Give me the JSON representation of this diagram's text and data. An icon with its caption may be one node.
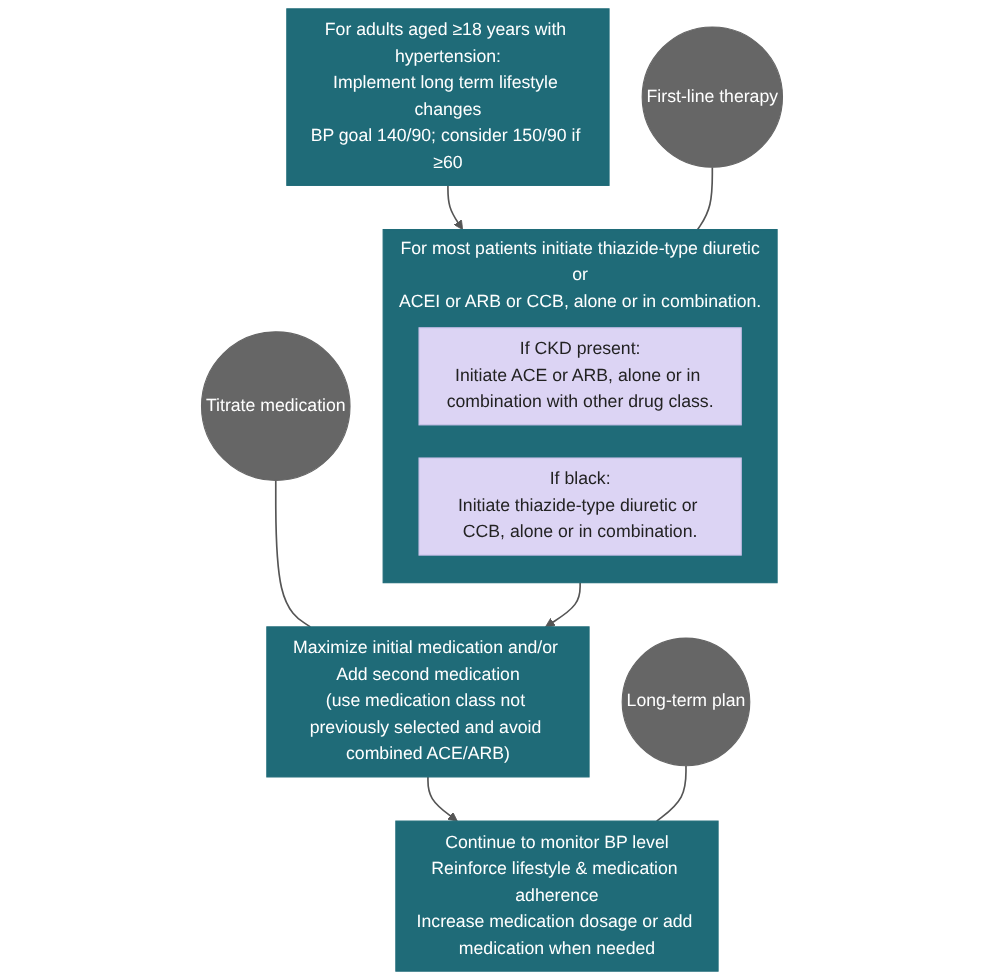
{
  "diagram": {
    "nodes": [
      {
        "text": [
          "For adults aged ≥18 years with hypertension:",
          "Implement long term lifestyle changes",
          "BP goal 140/90; consider 150/90 if ≥60"
        ]
      },
      {
        "text": [
          "First-line therapy"
        ]
      },
      {
        "text": [
          "For most patients initiate thiazide-type diuretic or ACEI or ARB or CCB, alone or in combination."
        ]
      },
      {
        "text": [
          "If CKD present:",
          "Initiate ACE or ARB, alone or in combination with other drug class."
        ],
        "in": 2
      },
      {
        "text": [
          "If black:",
          "Initiate thiazide-type diuretic or CCB, alone or in combination."
        ],
        "in": 2
      },
      {
        "text": [
          "Titrate medication"
        ]
      },
      {
        "text": [
          "Maximize initial medication and/or Add second medication",
          "(use medication class not previously selected and avoid combined ACE/ARB)"
        ]
      },
      {
        "text": [
          "Long-term plan"
        ]
      },
      {
        "text": [
          "Continue to monitor BP level",
          "Reinforce lifestyle & medication adherence",
          "Increase medication dosage or add medication when needed"
        ]
      }
    ],
    "edges": [
      {
        "from": 0,
        "to": 2,
        "arrow": "to"
      },
      {
        "from": 1,
        "to": 2,
        "arrow": "none"
      },
      {
        "from": 2,
        "to": 6,
        "arrow": "to"
      },
      {
        "from": 5,
        "to": 6,
        "arrow": "none"
      },
      {
        "from": 6,
        "to": 8,
        "arrow": "to"
      },
      {
        "from": 7,
        "to": 8,
        "arrow": "none"
      }
    ]
  }
}
